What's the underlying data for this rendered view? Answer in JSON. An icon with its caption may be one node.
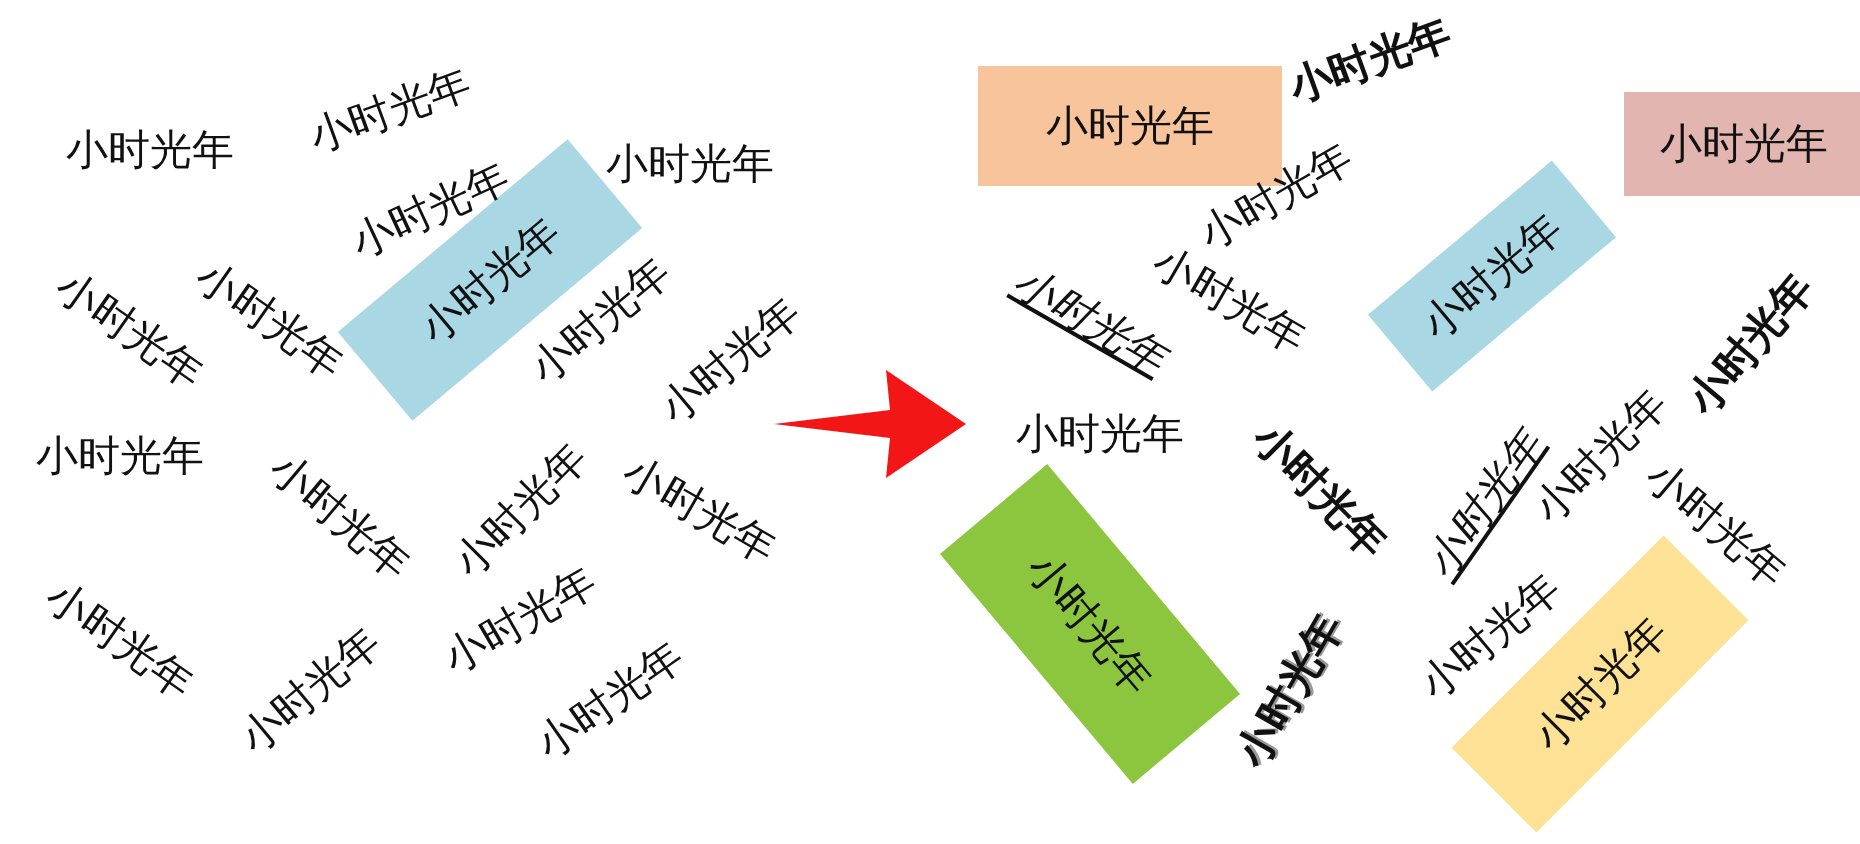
{
  "diagram": {
    "nodes": [
      {
        "text": [
          "小时光年"
        ]
      },
      {
        "text": [
          "小时光年"
        ]
      },
      {
        "text": [
          "小时光年"
        ]
      },
      {
        "text": [
          "小时光年"
        ]
      },
      {
        "text": [
          "小时光年"
        ]
      },
      {
        "text": [
          "小时光年"
        ]
      }
    ],
    "labels": [
      "小时光年",
      "小时光年",
      "小时光年",
      "小时光年",
      "小时光年",
      "小时光年",
      "小时光年",
      "小时光年",
      "小时光年",
      "小时光年",
      "小时光年",
      "小时光年",
      "小时光年",
      "小时光年",
      "小时光年",
      "小时光年",
      "小时光年",
      "小时光年",
      "小时光年",
      "小时光年",
      "小时光年",
      "小时光年",
      "小时光年",
      "小时光年",
      "小时光年",
      "小时光年",
      "小时光年",
      "小时光年"
    ]
  }
}
